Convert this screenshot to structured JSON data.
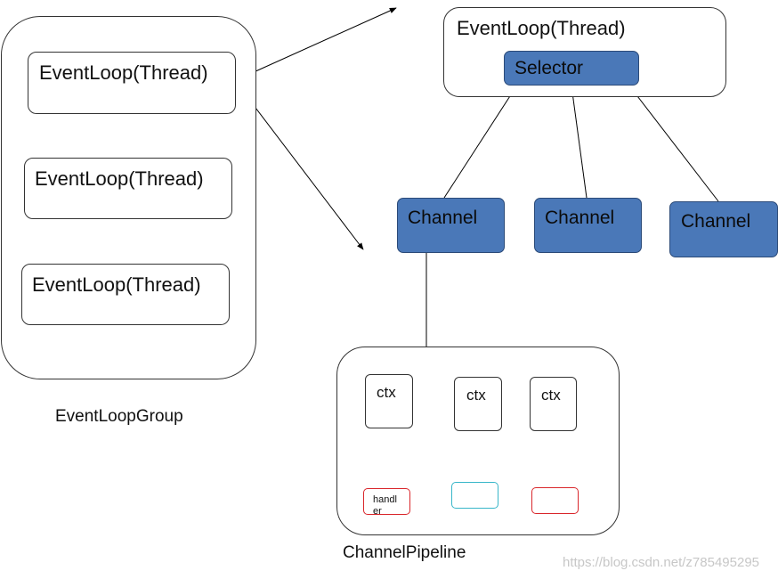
{
  "event_loop_group": {
    "caption": "EventLoopGroup",
    "event_loops": [
      {
        "label": "EventLoop(Thread)"
      },
      {
        "label": "EventLoop(Thread)"
      },
      {
        "label": "EventLoop(Thread)"
      }
    ]
  },
  "event_loop_detail": {
    "label": "EventLoop(Thread)",
    "selector_label": "Selector"
  },
  "channels": [
    {
      "label": "Channel"
    },
    {
      "label": "Channel"
    },
    {
      "label": "Channel"
    }
  ],
  "channel_pipeline": {
    "caption": "ChannelPipeline",
    "contexts": [
      {
        "label": "ctx"
      },
      {
        "label": "ctx"
      },
      {
        "label": "ctx"
      }
    ],
    "handlers": [
      {
        "label": "handler"
      },
      {
        "label": ""
      },
      {
        "label": ""
      }
    ]
  },
  "colors": {
    "channel_fill": "#4a78b8",
    "handler_1_border": "#d9262b",
    "handler_2_border": "#38b6c9",
    "handler_3_border": "#d9262b"
  },
  "watermark": "https://blog.csdn.net/z785495295"
}
